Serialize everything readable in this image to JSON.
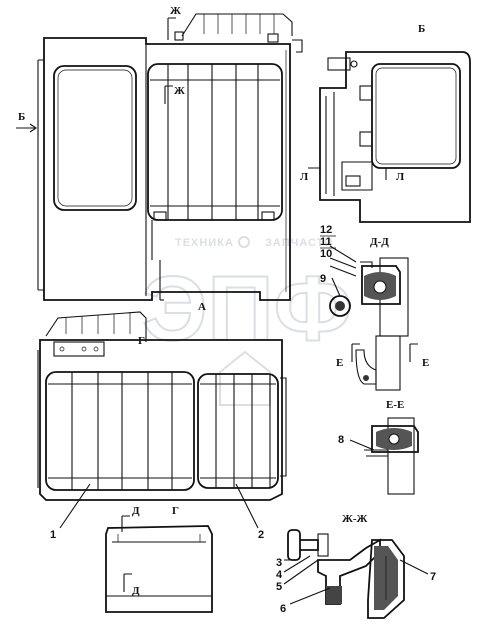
{
  "view_labels": {
    "A": "А",
    "B": "Б",
    "G": "Г",
    "D": "Д",
    "L": "Л",
    "E": "Е",
    "ZH": "Ж",
    "section_DD": "Д-Д",
    "section_EE": "Е-Е",
    "section_ZHZH": "Ж-Ж"
  },
  "callouts": [
    "1",
    "2",
    "3",
    "4",
    "5",
    "6",
    "7",
    "8",
    "9",
    "10",
    "11",
    "12"
  ],
  "watermark": {
    "logo_text": "ЭПФ",
    "left_text": "ТЕХНИКА",
    "right_text": "ЗАПЧАСТИ"
  },
  "colors": {
    "line": "#111111",
    "watermark": "#9aa3ad",
    "hatch": "#666666"
  }
}
